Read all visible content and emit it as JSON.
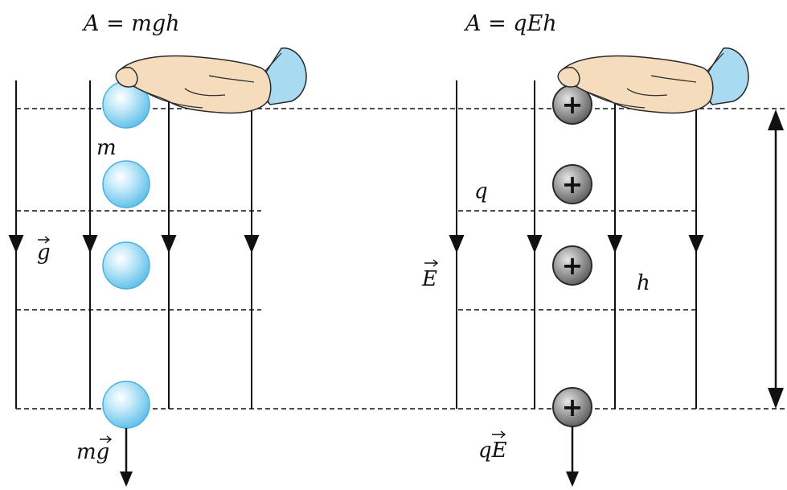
{
  "left_panel": {
    "formula": "A = mgh",
    "mass_label": "m",
    "field_label": "g",
    "force_label": "mg"
  },
  "right_panel": {
    "formula": "A = qEh",
    "charge_label": "q",
    "field_label": "E",
    "force_label": "qE",
    "charge_symbol": "+",
    "height_label": "h"
  },
  "colors": {
    "line": "#111111",
    "ball_fill": "#9fd8f5",
    "ball_edge": "#4ab0e0",
    "charge_fill": "#8c8c8c",
    "charge_edge": "#2a2a2a",
    "skin": "#f4dcbc",
    "sleeve": "#a8dbf2"
  },
  "icons": [
    "hand-icon",
    "positive-charge-icon",
    "mass-ball-icon",
    "arrow-down-icon",
    "double-arrow-icon"
  ]
}
